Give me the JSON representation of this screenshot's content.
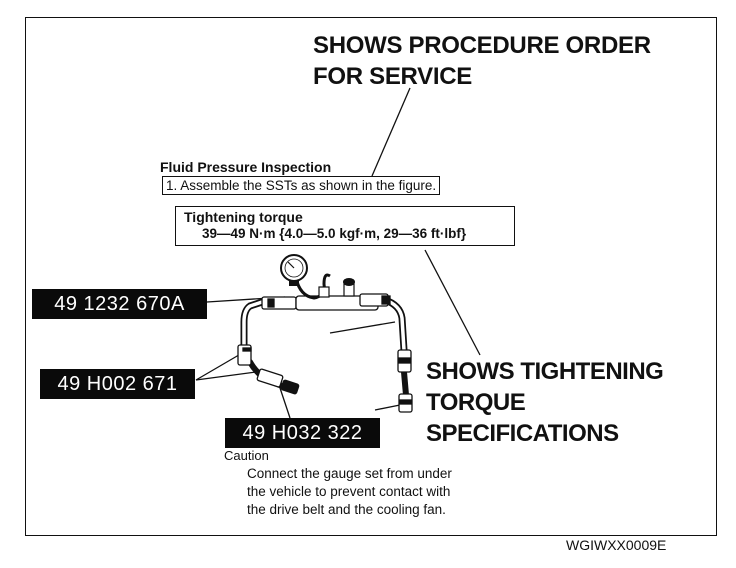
{
  "callouts": {
    "procedure_line1": "SHOWS PROCEDURE ORDER",
    "procedure_line2": "FOR SERVICE",
    "torque_line1": "SHOWS TIGHTENING",
    "torque_line2": "TORQUE",
    "torque_line3": "SPECIFICATIONS"
  },
  "procedure": {
    "title": "Fluid Pressure Inspection",
    "step": "1. Assemble the SSTs as shown in the figure."
  },
  "torque": {
    "title": "Tightening torque",
    "value": "39—49 N·m {4.0—5.0 kgf·m, 29—36 ft·lbf}"
  },
  "tool_labels": [
    "49 1232 670A",
    "49 H002 671",
    "49 H032 322"
  ],
  "caution": {
    "title": "Caution",
    "line1": "Connect the gauge set from under",
    "line2": "the vehicle to prevent contact with",
    "line3": "the drive belt and the cooling fan."
  },
  "figure_code": "WGIWXX0009E",
  "icons": [
    "pressure-gauge-icon",
    "valve-icon"
  ],
  "colors": {
    "ink": "#111111",
    "label_bg": "#0a0a0a",
    "label_text": "#ffffff"
  }
}
